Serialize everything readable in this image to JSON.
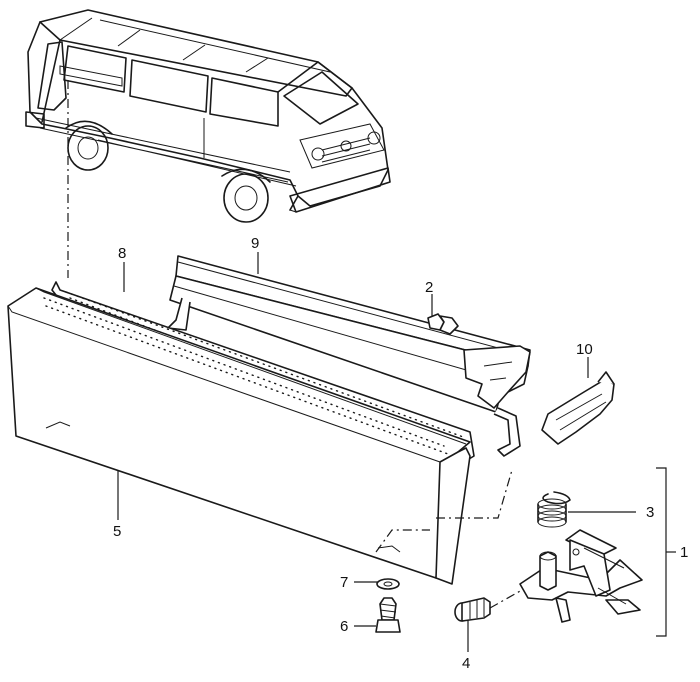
{
  "figure": {
    "callouts": {
      "c1": "1",
      "c2": "2",
      "c3": "3",
      "c4": "4",
      "c5": "5",
      "c6": "6",
      "c7": "7",
      "c8": "8",
      "c9": "9",
      "c10": "10"
    }
  }
}
